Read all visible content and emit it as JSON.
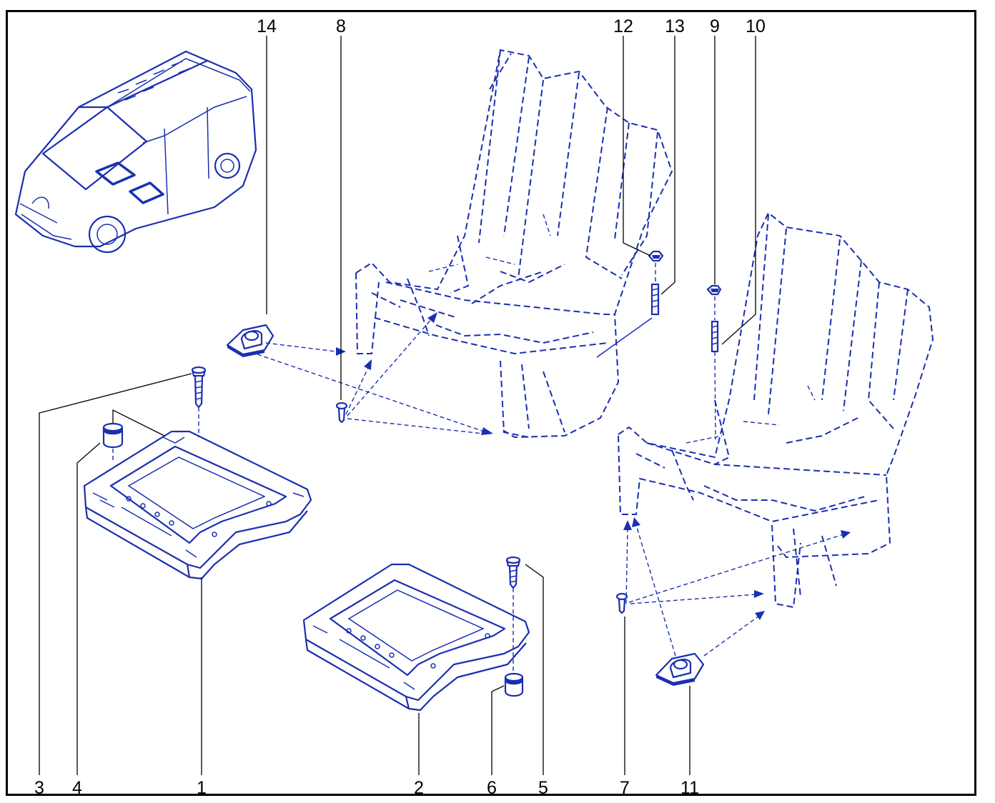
{
  "colors": {
    "line_art": "#1a2fb0",
    "leaders": "#000000",
    "background": "#ffffff"
  },
  "callouts": {
    "c1": "1",
    "c2": "2",
    "c3": "3",
    "c4": "4",
    "c5": "5",
    "c6": "6",
    "c7": "7",
    "c8": "8",
    "c9": "9",
    "c10": "10",
    "c11": "11",
    "c12": "12",
    "c13": "13",
    "c14": "14"
  },
  "parts": [
    "van-overview",
    "seat-frame-left",
    "seat-frame-right",
    "seat-base-1",
    "seat-base-2",
    "screw-3",
    "spacer-4",
    "screw-5",
    "spacer-6",
    "screw-7",
    "screw-8",
    "nut-9",
    "stud-10",
    "bracket-11",
    "nut-12",
    "stud-13",
    "bracket-14"
  ]
}
